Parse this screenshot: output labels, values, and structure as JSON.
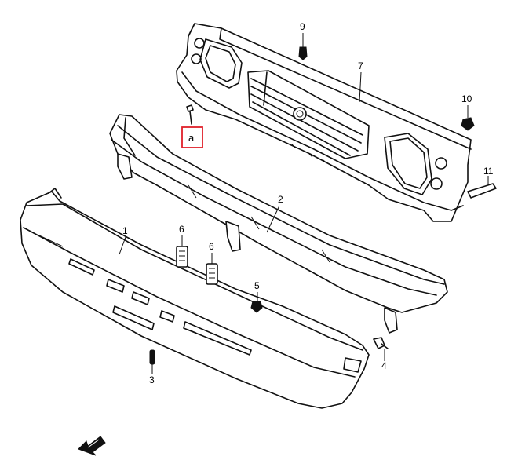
{
  "diagram": {
    "parts": [
      {
        "id": "part-1",
        "label": "1"
      },
      {
        "id": "part-2",
        "label": "2"
      },
      {
        "id": "part-3",
        "label": "3"
      },
      {
        "id": "part-4",
        "label": "4"
      },
      {
        "id": "part-5",
        "label": "5"
      },
      {
        "id": "part-6a",
        "label": "6"
      },
      {
        "id": "part-6b",
        "label": "6"
      },
      {
        "id": "part-7",
        "label": "7"
      },
      {
        "id": "part-9",
        "label": "9"
      },
      {
        "id": "part-10",
        "label": "10"
      },
      {
        "id": "part-11",
        "label": "11"
      }
    ],
    "callout": {
      "label": "a",
      "box_color": "#e0202a"
    }
  }
}
